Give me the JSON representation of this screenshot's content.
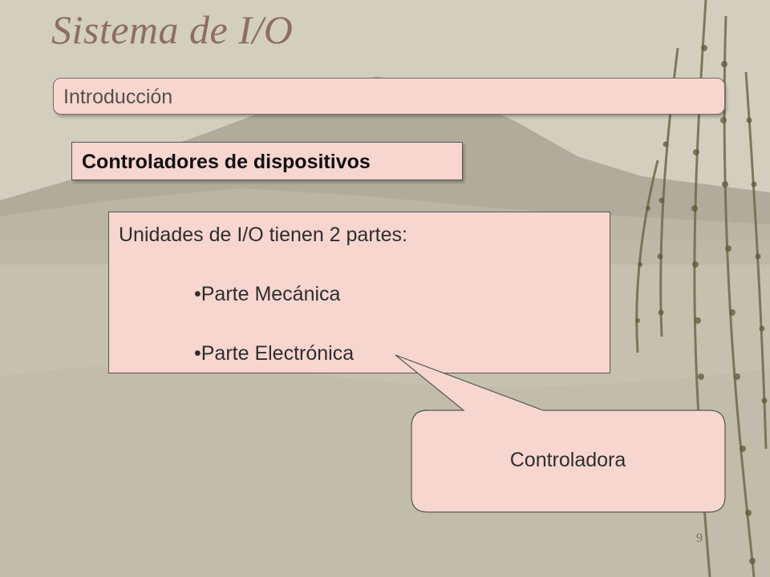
{
  "slide": {
    "title": "Sistema de I/O",
    "intro": "Introducción",
    "section": "Controladores de dispositivos",
    "content": {
      "heading": "Unidades de I/O tienen 2 partes:",
      "bullets": [
        "•Parte Mecánica",
        "•Parte Electrónica"
      ]
    },
    "callout": "Controladora",
    "page_number": "9"
  },
  "colors": {
    "background": "#c9c4b2",
    "box_fill": "#f7d6d0",
    "title": "#8e6e62"
  }
}
